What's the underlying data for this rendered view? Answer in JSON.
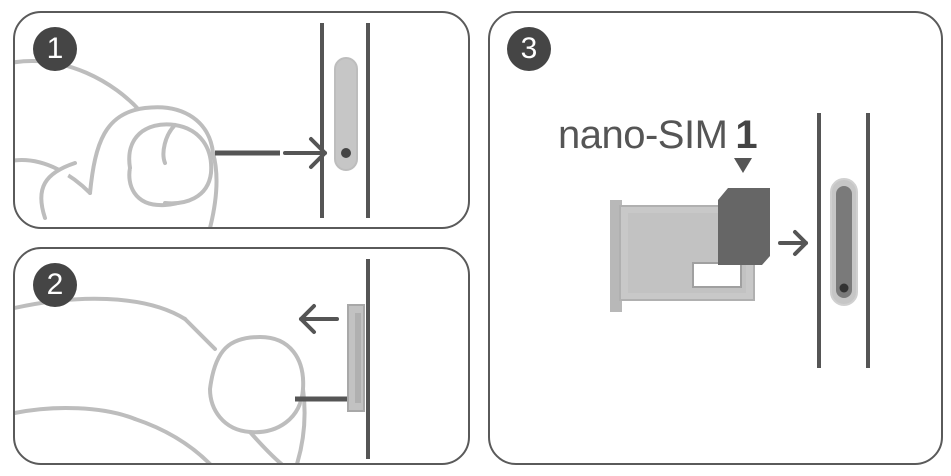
{
  "steps": [
    {
      "number": "1",
      "description_icons": [
        "finger-icon",
        "eject-pin-icon",
        "arrow-right-icon",
        "sim-tray-slot-icon"
      ]
    },
    {
      "number": "2",
      "description_icons": [
        "finger-icon",
        "eject-pin-icon",
        "arrow-left-icon",
        "tray-pulled-out-icon"
      ]
    },
    {
      "number": "3",
      "label": "nano-SIM",
      "label_number": "1",
      "description_icons": [
        "sim-tray-icon",
        "nano-sim-card-icon",
        "down-triangle-icon",
        "arrow-right-icon",
        "sim-slot-icon"
      ]
    }
  ],
  "colors": {
    "border": "#5a5a5a",
    "badge": "#454545",
    "line_dark": "#555555",
    "line_light": "#bdbdbd",
    "sim_card": "#666666",
    "tray": "#b8b8b8"
  }
}
